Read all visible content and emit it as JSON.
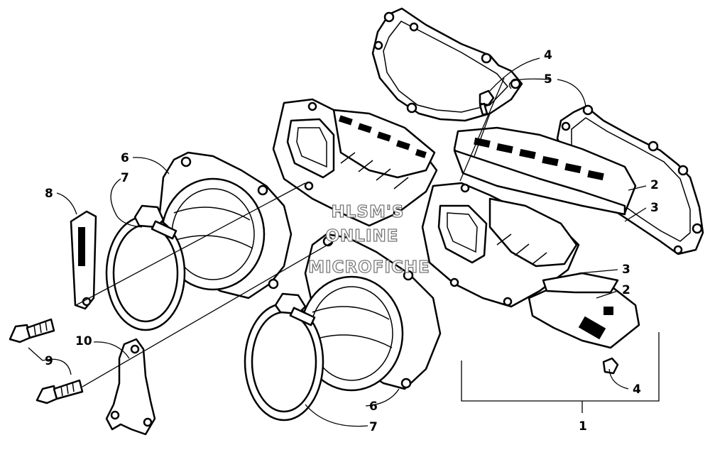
{
  "diagram": {
    "watermark": [
      "HLSM'S",
      "ONLINE",
      "MICROFICHE"
    ],
    "callouts": {
      "c1": "1",
      "c2a": "2",
      "c2b": "2",
      "c3a": "3",
      "c3b": "3",
      "c4a": "4",
      "c4b": "4",
      "c5": "5",
      "c6a": "6",
      "c6b": "6",
      "c7a": "7",
      "c7b": "7",
      "c8": "8",
      "c9": "9",
      "c10": "10"
    }
  }
}
